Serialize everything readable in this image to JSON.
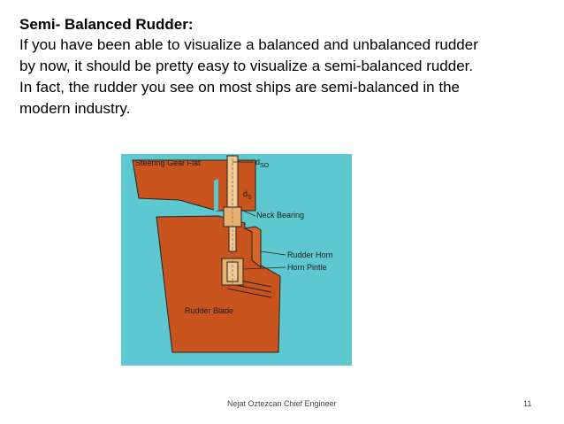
{
  "slide": {
    "heading": "Semi- Balanced Rudder:",
    "body_lines": [
      "If you have been able to visualize a balanced and unbalanced rudder",
      "by now, it should be pretty easy to visualize a semi-balanced rudder.",
      "In fact, the rudder you see on most ships are semi-balanced in the",
      "modern industry."
    ]
  },
  "figure": {
    "labels": {
      "steering_gear_flat": "Steering Gear Flat",
      "dso": "d",
      "dso_sub": "SO",
      "ds": "d",
      "ds_sub": "S",
      "neck_bearing": "Neck Bearing",
      "rudder_horn": "Rudder Horn",
      "horn_pintle": "Horn Pintle",
      "rudder_blade": "Rudder Blade"
    },
    "colors": {
      "background": "#5dc8cf",
      "hull": "#c9541d",
      "stock": "#f0c890",
      "outline": "#222222"
    }
  },
  "footer": {
    "credit": "Nejat Oztezcan Chief Engineer",
    "page_number": "11"
  }
}
